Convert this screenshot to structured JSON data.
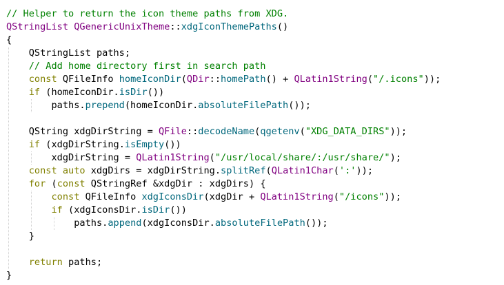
{
  "colors": {
    "background": "#ffffff",
    "plain": "#000000",
    "comment": "#008000",
    "keyword": "#808000",
    "type": "#800080",
    "function": "#00677c",
    "string": "#008000"
  },
  "code": {
    "language": "C++",
    "lines": [
      [
        {
          "c": "cm",
          "t": "// Helper to return the icon theme paths from XDG."
        }
      ],
      [
        {
          "c": "ty",
          "t": "QStringList"
        },
        {
          "c": "pl",
          "t": " "
        },
        {
          "c": "ty",
          "t": "QGenericUnixTheme"
        },
        {
          "c": "pl",
          "t": "::"
        },
        {
          "c": "fn",
          "t": "xdgIconThemePaths"
        },
        {
          "c": "pl",
          "t": "()"
        }
      ],
      [
        {
          "c": "pl",
          "t": "{"
        }
      ],
      [
        {
          "c": "pl",
          "t": "    QStringList paths;"
        }
      ],
      [
        {
          "c": "pl",
          "t": "    "
        },
        {
          "c": "cm",
          "t": "// Add home directory first in search path"
        }
      ],
      [
        {
          "c": "pl",
          "t": "    "
        },
        {
          "c": "kw",
          "t": "const"
        },
        {
          "c": "pl",
          "t": " QFileInfo "
        },
        {
          "c": "fn",
          "t": "homeIconDir"
        },
        {
          "c": "pl",
          "t": "("
        },
        {
          "c": "ty",
          "t": "QDir"
        },
        {
          "c": "pl",
          "t": "::"
        },
        {
          "c": "fn",
          "t": "homePath"
        },
        {
          "c": "pl",
          "t": "() + "
        },
        {
          "c": "ty",
          "t": "QLatin1String"
        },
        {
          "c": "pl",
          "t": "("
        },
        {
          "c": "st",
          "t": "\"/.icons\""
        },
        {
          "c": "pl",
          "t": "));"
        }
      ],
      [
        {
          "c": "pl",
          "t": "    "
        },
        {
          "c": "kw",
          "t": "if"
        },
        {
          "c": "pl",
          "t": " (homeIconDir."
        },
        {
          "c": "fn",
          "t": "isDir"
        },
        {
          "c": "pl",
          "t": "())"
        }
      ],
      [
        {
          "c": "pl",
          "t": "        paths."
        },
        {
          "c": "fn",
          "t": "prepend"
        },
        {
          "c": "pl",
          "t": "(homeIconDir."
        },
        {
          "c": "fn",
          "t": "absoluteFilePath"
        },
        {
          "c": "pl",
          "t": "());"
        }
      ],
      [
        {
          "c": "pl",
          "t": ""
        }
      ],
      [
        {
          "c": "pl",
          "t": "    QString xdgDirString = "
        },
        {
          "c": "ty",
          "t": "QFile"
        },
        {
          "c": "pl",
          "t": "::"
        },
        {
          "c": "fn",
          "t": "decodeName"
        },
        {
          "c": "pl",
          "t": "("
        },
        {
          "c": "fn",
          "t": "qgetenv"
        },
        {
          "c": "pl",
          "t": "("
        },
        {
          "c": "st",
          "t": "\"XDG_DATA_DIRS\""
        },
        {
          "c": "pl",
          "t": "));"
        }
      ],
      [
        {
          "c": "pl",
          "t": "    "
        },
        {
          "c": "kw",
          "t": "if"
        },
        {
          "c": "pl",
          "t": " (xdgDirString."
        },
        {
          "c": "fn",
          "t": "isEmpty"
        },
        {
          "c": "pl",
          "t": "())"
        }
      ],
      [
        {
          "c": "pl",
          "t": "        xdgDirString = "
        },
        {
          "c": "ty",
          "t": "QLatin1String"
        },
        {
          "c": "pl",
          "t": "("
        },
        {
          "c": "st",
          "t": "\"/usr/local/share/:/usr/share/\""
        },
        {
          "c": "pl",
          "t": ");"
        }
      ],
      [
        {
          "c": "pl",
          "t": "    "
        },
        {
          "c": "kw",
          "t": "const"
        },
        {
          "c": "pl",
          "t": " "
        },
        {
          "c": "kw",
          "t": "auto"
        },
        {
          "c": "pl",
          "t": " xdgDirs = xdgDirString."
        },
        {
          "c": "fn",
          "t": "splitRef"
        },
        {
          "c": "pl",
          "t": "("
        },
        {
          "c": "ty",
          "t": "QLatin1Char"
        },
        {
          "c": "pl",
          "t": "("
        },
        {
          "c": "st",
          "t": "':'"
        },
        {
          "c": "pl",
          "t": "));"
        }
      ],
      [
        {
          "c": "pl",
          "t": "    "
        },
        {
          "c": "kw",
          "t": "for"
        },
        {
          "c": "pl",
          "t": " ("
        },
        {
          "c": "kw",
          "t": "const"
        },
        {
          "c": "pl",
          "t": " QStringRef &xdgDir : xdgDirs) {"
        }
      ],
      [
        {
          "c": "pl",
          "t": "        "
        },
        {
          "c": "kw",
          "t": "const"
        },
        {
          "c": "pl",
          "t": " QFileInfo "
        },
        {
          "c": "fn",
          "t": "xdgIconsDir"
        },
        {
          "c": "pl",
          "t": "(xdgDir + "
        },
        {
          "c": "ty",
          "t": "QLatin1String"
        },
        {
          "c": "pl",
          "t": "("
        },
        {
          "c": "st",
          "t": "\"/icons\""
        },
        {
          "c": "pl",
          "t": "));"
        }
      ],
      [
        {
          "c": "pl",
          "t": "        "
        },
        {
          "c": "kw",
          "t": "if"
        },
        {
          "c": "pl",
          "t": " (xdgIconsDir."
        },
        {
          "c": "fn",
          "t": "isDir"
        },
        {
          "c": "pl",
          "t": "())"
        }
      ],
      [
        {
          "c": "pl",
          "t": "            paths."
        },
        {
          "c": "fn",
          "t": "append"
        },
        {
          "c": "pl",
          "t": "(xdgIconsDir."
        },
        {
          "c": "fn",
          "t": "absoluteFilePath"
        },
        {
          "c": "pl",
          "t": "());"
        }
      ],
      [
        {
          "c": "pl",
          "t": "    }"
        }
      ],
      [
        {
          "c": "pl",
          "t": ""
        }
      ],
      [
        {
          "c": "pl",
          "t": "    "
        },
        {
          "c": "kw",
          "t": "return"
        },
        {
          "c": "pl",
          "t": " paths;"
        }
      ],
      [
        {
          "c": "pl",
          "t": "}"
        }
      ]
    ]
  }
}
